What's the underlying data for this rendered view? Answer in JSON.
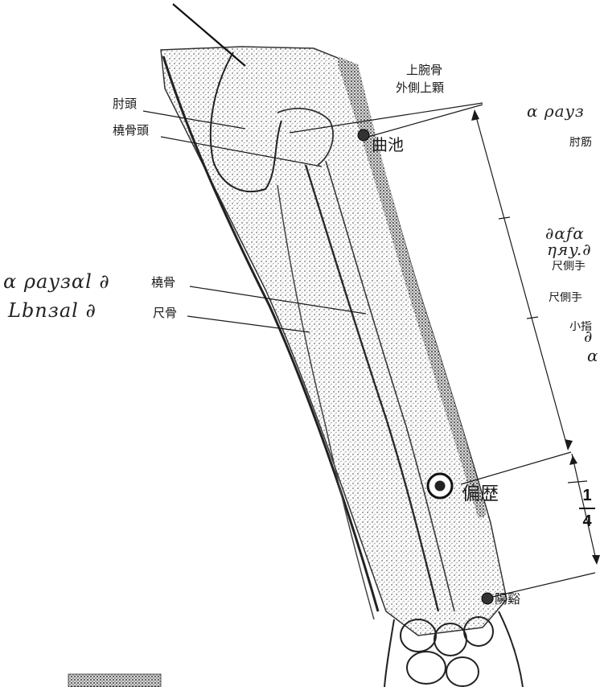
{
  "labels": {
    "elbow_head": "肘頭",
    "radius_head": "橈骨頭",
    "humerus_line1": "上腕骨",
    "humerus_line2": "外側上顆",
    "quchi": "曲池",
    "radius": "橈骨",
    "ulna": "尺骨",
    "pianli": "偏歴",
    "yangxi": "陽谿",
    "elbow_muscle": "肘筋",
    "ulnar_hand_1": "尺側手",
    "ulnar_hand_2": "尺側手",
    "little_finger": "小指"
  },
  "fraction": {
    "numerator": "1",
    "denominator": "4"
  },
  "handwriting": {
    "left_1": "ɑ ρаyзɑl ∂",
    "left_2": "Lbnзal ∂",
    "right_top": "ɑ ρаyз",
    "right_mid_1": "∂ɑƒɑ",
    "right_mid_2": "ηяy.∂",
    "right_low_1": "∂",
    "right_low_2": "ɑ"
  },
  "colors": {
    "ink": "#1a1a1a",
    "point": "#333333",
    "paper": "#ffffff"
  }
}
